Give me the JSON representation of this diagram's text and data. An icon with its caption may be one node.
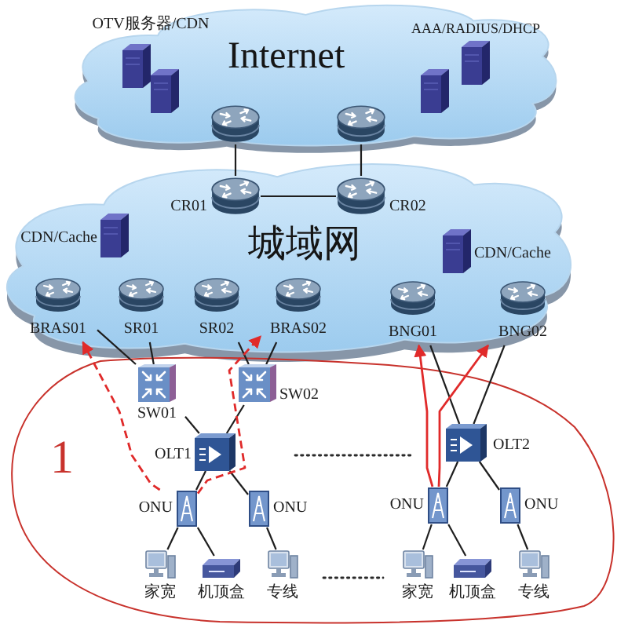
{
  "diagram": {
    "nodes": [
      {
        "text": [
          "Internet"
        ]
      },
      {
        "text": [
          "OTV服务器/CDN"
        ],
        "in": 0
      },
      {
        "text": [
          "AAA/RADIUS/DHCP"
        ],
        "in": 0
      },
      {
        "text": [],
        "shape": "picture",
        "in": 0
      },
      {
        "text": [],
        "shape": "picture",
        "in": 0
      },
      {
        "text": [
          "城域网"
        ]
      },
      {
        "text": [
          "CR01"
        ],
        "in": 5
      },
      {
        "text": [
          "CR02"
        ],
        "in": 5
      },
      {
        "text": [
          "CDN/Cache"
        ],
        "in": 5
      },
      {
        "text": [
          "CDN/Cache"
        ],
        "in": 5
      },
      {
        "text": [
          "BRAS01"
        ],
        "in": 5
      },
      {
        "text": [
          "SR01"
        ],
        "in": 5
      },
      {
        "text": [
          "SR02"
        ],
        "in": 5
      },
      {
        "text": [
          "BRAS02"
        ],
        "in": 5
      },
      {
        "text": [
          "BNG01"
        ],
        "in": 5
      },
      {
        "text": [
          "BNG02"
        ],
        "in": 5
      },
      {
        "text": [
          "SW01"
        ]
      },
      {
        "text": [
          "SW02"
        ]
      },
      {
        "text": [
          "OLT1"
        ]
      },
      {
        "text": [
          "OLT2"
        ]
      },
      {
        "text": [
          "ONU"
        ]
      },
      {
        "text": [
          "ONU"
        ]
      },
      {
        "text": [
          "ONU"
        ]
      },
      {
        "text": [
          "ONU"
        ]
      },
      {
        "text": [
          "家宽"
        ]
      },
      {
        "text": [
          "机顶盒"
        ]
      },
      {
        "text": [
          "专线"
        ]
      },
      {
        "text": [
          "家宽"
        ]
      },
      {
        "text": [
          "机顶盒"
        ]
      },
      {
        "text": [
          "专线"
        ]
      }
    ],
    "edges": [
      {
        "from": 3,
        "to": 6,
        "arrow": "none"
      },
      {
        "from": 4,
        "to": 7,
        "arrow": "none"
      },
      {
        "from": 6,
        "to": 7,
        "arrow": "none"
      },
      {
        "from": 10,
        "to": 16,
        "arrow": "none"
      },
      {
        "from": 11,
        "to": 16,
        "arrow": "none"
      },
      {
        "from": 12,
        "to": 17,
        "arrow": "none"
      },
      {
        "from": 13,
        "to": 17,
        "arrow": "none"
      },
      {
        "from": 14,
        "to": 19,
        "arrow": "none"
      },
      {
        "from": 15,
        "to": 19,
        "arrow": "none"
      },
      {
        "from": 16,
        "to": 18,
        "arrow": "none"
      },
      {
        "from": 17,
        "to": 18,
        "arrow": "none"
      },
      {
        "from": 18,
        "to": 20,
        "arrow": "none"
      },
      {
        "from": 18,
        "to": 21,
        "arrow": "none"
      },
      {
        "from": 19,
        "to": 22,
        "arrow": "none"
      },
      {
        "from": 19,
        "to": 23,
        "arrow": "none"
      },
      {
        "from": 20,
        "to": 24,
        "arrow": "none"
      },
      {
        "from": 20,
        "to": 25,
        "arrow": "none"
      },
      {
        "from": 21,
        "to": 26,
        "arrow": "none"
      },
      {
        "from": 22,
        "to": 27,
        "arrow": "none"
      },
      {
        "from": 22,
        "to": 28,
        "arrow": "none"
      },
      {
        "from": 23,
        "to": 29,
        "arrow": "none"
      },
      {
        "from": 20,
        "to": 10,
        "arrow": "to",
        "style": "dashed",
        "color": "#e02a2a"
      },
      {
        "from": 20,
        "to": 13,
        "arrow": "to",
        "style": "dashed",
        "color": "#e02a2a"
      },
      {
        "from": 22,
        "to": 14,
        "arrow": "to",
        "color": "#e02a2a"
      },
      {
        "from": 22,
        "to": 15,
        "arrow": "to",
        "color": "#e02a2a"
      }
    ],
    "labels": [
      "1"
    ]
  }
}
